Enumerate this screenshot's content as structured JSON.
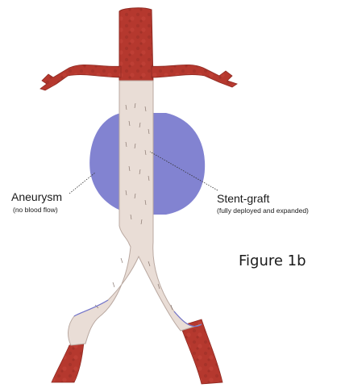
{
  "labels": {
    "aneurysm": {
      "title": "Aneurysm",
      "subtitle": "(no blood flow)"
    },
    "stent_graft": {
      "title": "Stent-graft",
      "subtitle": "(fully deployed and expanded)"
    },
    "figure": "Figure 1b"
  },
  "colors": {
    "artery": "#b5382e",
    "artery_dark": "#8f2a22",
    "aneurysm_sac": "#7476cc",
    "stent_graft": "#e9ddd6",
    "stent_outline": "#b9a8a0",
    "leader_line": "#333333"
  }
}
